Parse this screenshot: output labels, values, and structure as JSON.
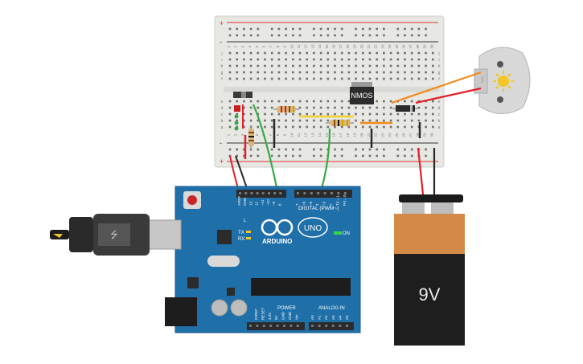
{
  "breadboard": {
    "column_numbers": [
      "1",
      "2",
      "3",
      "4",
      "5",
      "6",
      "7",
      "8",
      "9",
      "10",
      "11",
      "12",
      "13",
      "14",
      "15",
      "16",
      "17",
      "18",
      "19",
      "20",
      "21",
      "22",
      "23",
      "24",
      "25",
      "26",
      "27",
      "28",
      "29",
      "30"
    ],
    "row_letters_top": [
      "j",
      "i",
      "h",
      "g",
      "f"
    ],
    "row_letters_bottom": [
      "e",
      "d",
      "c",
      "b",
      "a"
    ],
    "rail_plus": "+",
    "rail_minus": "-"
  },
  "components": {
    "nmos_label": "NMOS",
    "battery_label": "9V",
    "motor_label": "motor"
  },
  "arduino": {
    "brand": "ARDUINO",
    "model": "UNO",
    "digital_label": "DIGITAL (PWM~)",
    "power_label": "POWER",
    "analog_label": "ANALOG IN",
    "on_label": "ON",
    "tx_label": "TX",
    "rx_label": "RX",
    "l_label": "L",
    "digital_pins": [
      "AREF",
      "GND",
      "13",
      "12",
      "~11",
      "~10",
      "~9",
      "8",
      "7",
      "~6",
      "~5",
      "4",
      "~3",
      "2",
      "TX→1",
      "RX←0"
    ],
    "power_pins": [
      "IOREF",
      "RESET",
      "3.3V",
      "5V",
      "GND",
      "GND",
      "Vin"
    ],
    "analog_pins": [
      "A0",
      "A1",
      "A2",
      "A3",
      "A4",
      "A5"
    ]
  },
  "colors": {
    "wire_red": "#e0202a",
    "wire_black": "#2a2a2a",
    "wire_green": "#39a845",
    "wire_orange": "#f08a1c",
    "wire_yellow": "#f2d22a",
    "board_blue": "#1f6fa8",
    "battery_top": "#d38a46",
    "battery_body": "#1e1e1e"
  }
}
